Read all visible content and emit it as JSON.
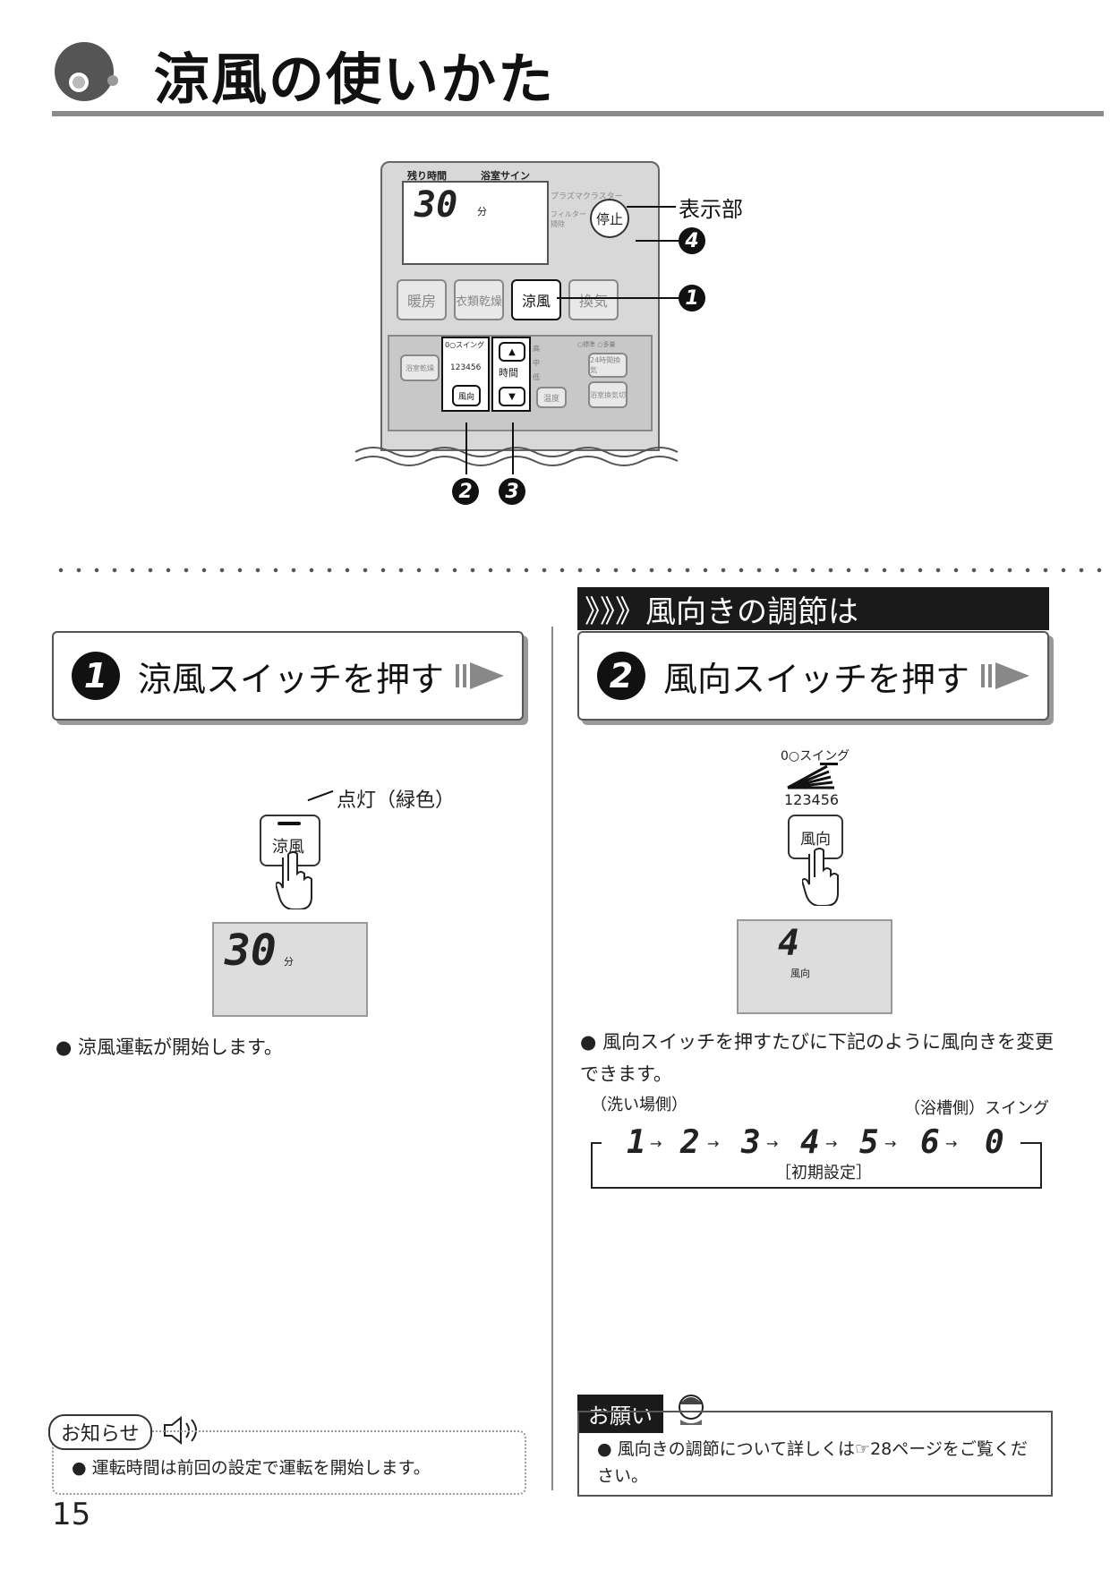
{
  "page": {
    "title": "涼風の使いかた",
    "page_number": "15"
  },
  "panel": {
    "label_remaining": "残り時間",
    "label_bath_sign": "浴室サイン",
    "lcd_value": "30",
    "lcd_unit": "分",
    "plasma_label": "プラズマクラスター",
    "filter_label": "フィルター掃除",
    "stop_button": "停止",
    "buttons": [
      "暖房",
      "衣類乾燥",
      "涼風",
      "換気"
    ],
    "lower_buttons": {
      "bath_dry": "浴室乾燥",
      "swing_label": "0○スイング",
      "swing_nums": "123456",
      "direction": "風向",
      "time": "時間",
      "high": "高",
      "mid": "中",
      "low": "低",
      "temp": "温度",
      "std": "○標準 ○多量",
      "ventilation24": "24時間換気",
      "bath_vent": "浴室換気切"
    },
    "callouts": {
      "display": "表示部",
      "num1": "1",
      "num2": "2",
      "num3": "3",
      "num4": "4"
    }
  },
  "section_heading": "》》》風向きの調節は",
  "step1": {
    "number": "1",
    "title": "涼風スイッチを押す",
    "lit_label": "点灯（緑色）",
    "button_label": "涼風",
    "lcd_value": "30",
    "lcd_unit": "分",
    "bullet": "涼風運転が開始します。"
  },
  "step2": {
    "number": "2",
    "title": "風向スイッチを押す",
    "swing_label": "0○スイング",
    "swing_nums": "123456",
    "button_label": "風向",
    "lcd_value": "4",
    "lcd_caption": "風向",
    "bullet": "風向スイッチを押すたびに下記のように風向きを変更できます。",
    "left_label": "（洗い場側）",
    "right_label": "（浴槽側）スイング",
    "sequence": [
      "1",
      "2",
      "3",
      "4",
      "5",
      "6",
      "0"
    ],
    "default_label": "［初期設定］"
  },
  "notice": {
    "heading": "お知らせ",
    "text": "運転時間は前回の設定で運転を開始します。"
  },
  "request": {
    "heading": "お願い",
    "text": "風向きの調節について詳しくは☞28ページをご覧ください。"
  }
}
